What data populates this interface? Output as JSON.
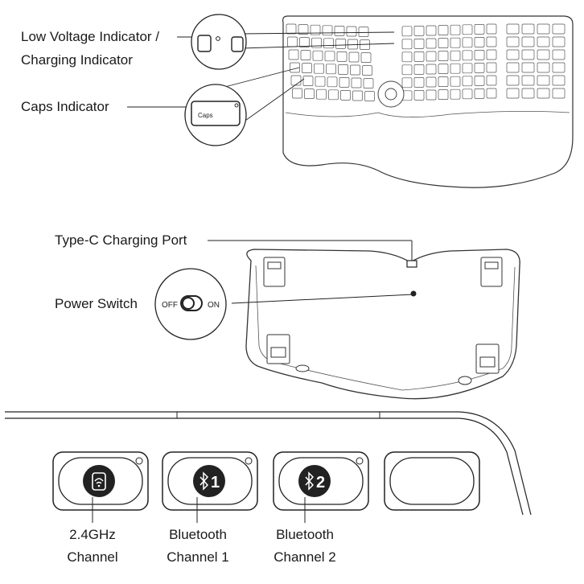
{
  "labels": {
    "low_voltage_line1": "Low Voltage Indicator /",
    "low_voltage_line2": "Charging Indicator",
    "caps_indicator": "Caps Indicator",
    "type_c_port": "Type-C Charging Port",
    "power_switch": "Power Switch"
  },
  "caps_key_text": "Caps",
  "switch": {
    "off": "OFF",
    "on": "ON"
  },
  "channels": [
    {
      "line1": "2.4GHz",
      "line2": "Channel",
      "icon": "wireless-icon",
      "badge": ""
    },
    {
      "line1": "Bluetooth",
      "line2": "Channel 1",
      "icon": "bluetooth-icon",
      "badge": "1"
    },
    {
      "line1": "Bluetooth",
      "line2": "Channel 2",
      "icon": "bluetooth-icon",
      "badge": "2"
    }
  ],
  "colors": {
    "ink": "#1a1a1a",
    "key_fill": "#ffffff",
    "icon_fill": "#222222"
  }
}
